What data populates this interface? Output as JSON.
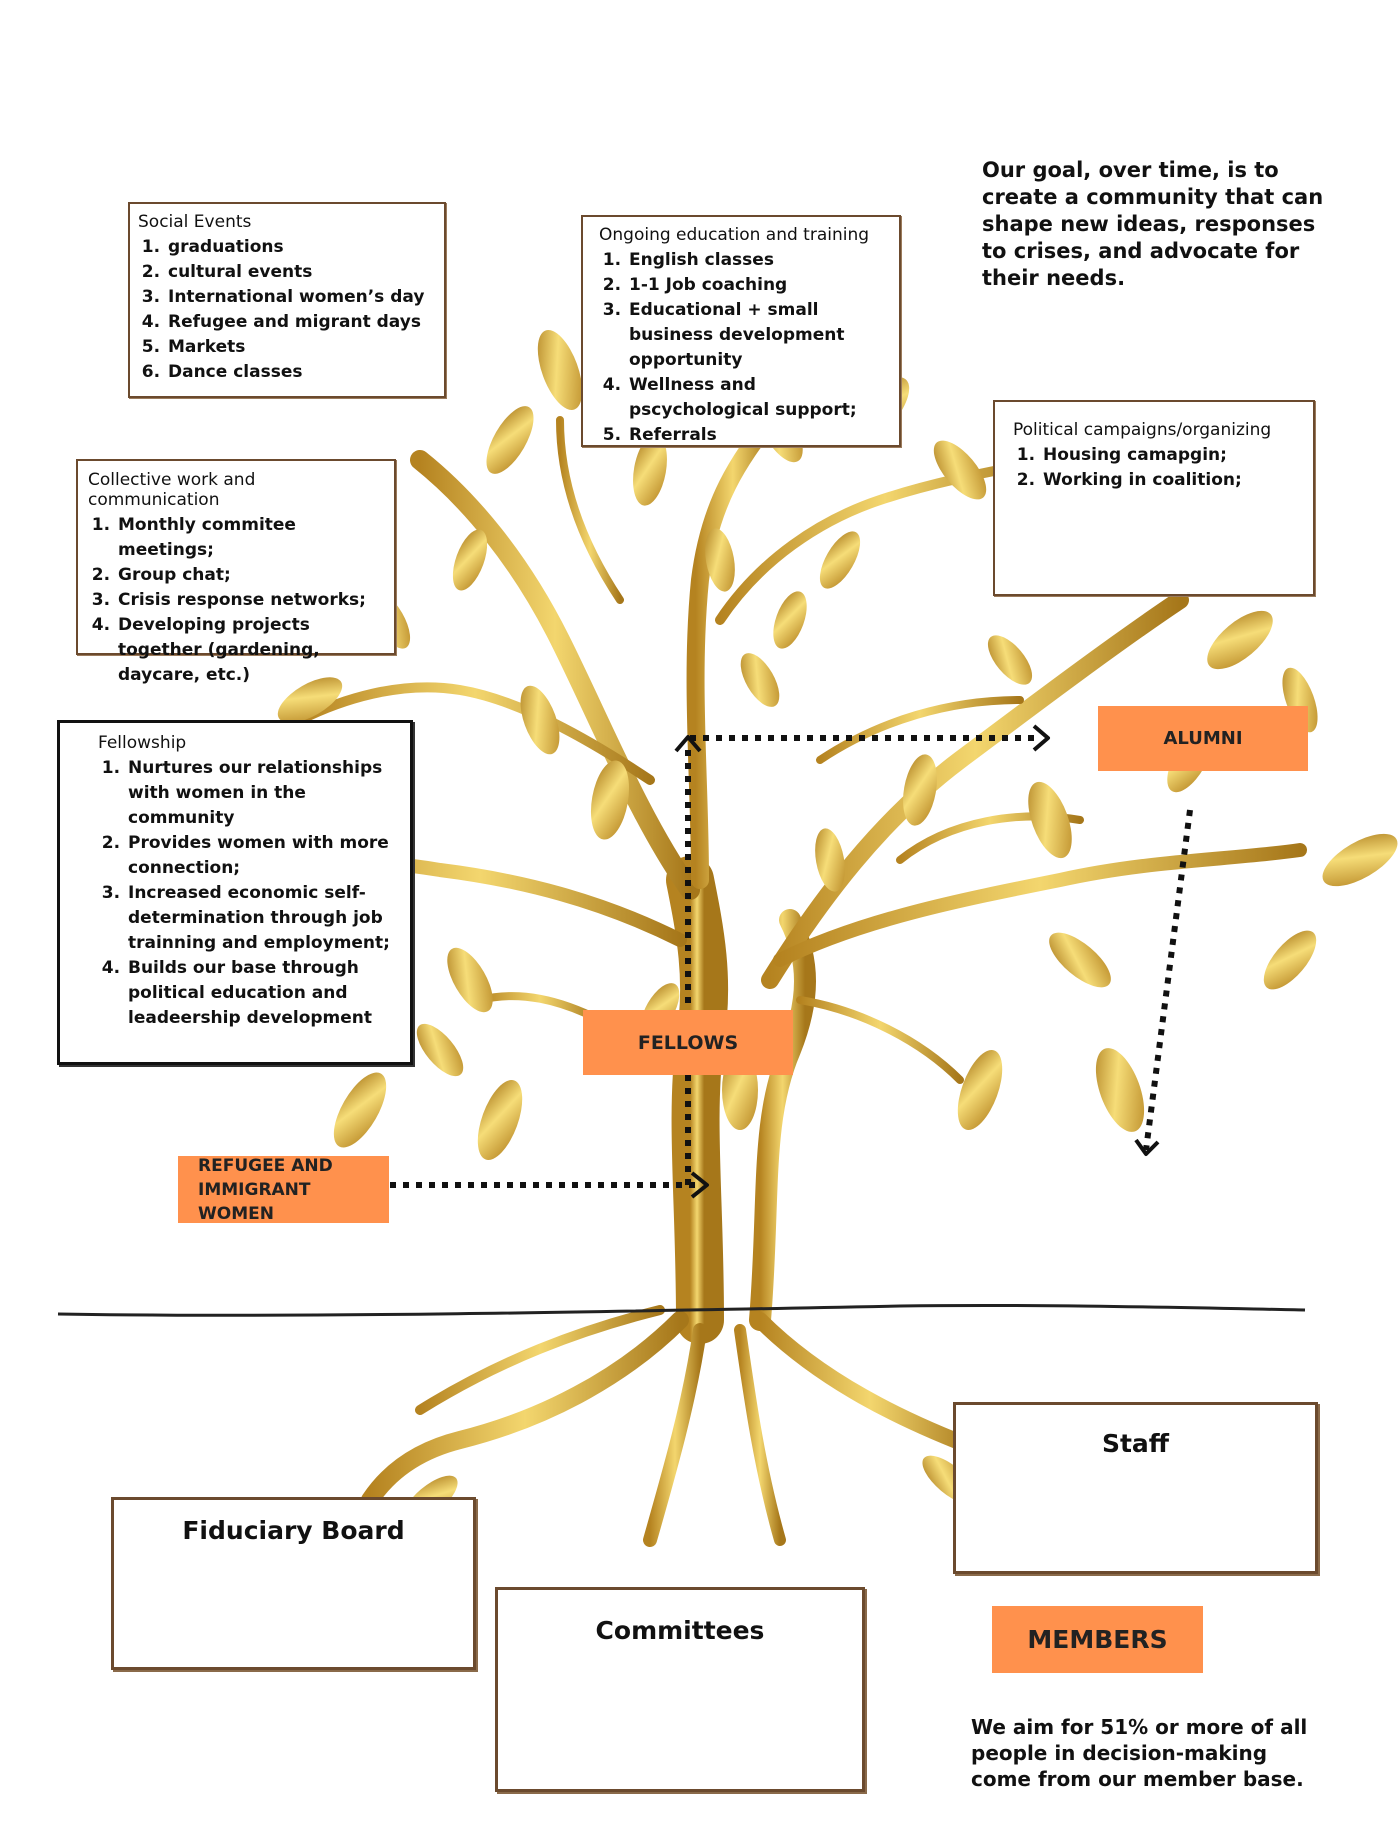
{
  "goal_text": "Our goal, over time, is to create a community that can shape new ideas, responses to crises, and advocate for their needs.",
  "social_events": {
    "title": "Social Events",
    "items": [
      "graduations",
      "cultural events",
      "International women’s day",
      "Refugee and migrant days",
      "Markets",
      "Dance classes"
    ]
  },
  "education": {
    "title": "Ongoing education and training",
    "items": [
      "English classes",
      "1-1 Job coaching",
      "Educational + small business development opportunity",
      "Wellness and pscychological support;",
      "Referrals"
    ]
  },
  "political": {
    "title": "Political campaigns/organizing",
    "items": [
      "Housing camapgin;",
      "Working in coalition;"
    ]
  },
  "collective": {
    "title": "Collective work and communication",
    "items": [
      "Monthly commitee meetings;",
      "Group chat;",
      "Crisis response networks;",
      "Developing projects together (gardening, daycare, etc.)"
    ]
  },
  "fellowship": {
    "title": "Fellowship",
    "items": [
      "Nurtures our relationships with women in the community",
      "Provides women with more connection;",
      "Increased economic self-determination through job trainning and employment;",
      "Builds our base through political education and leadeership development"
    ]
  },
  "tags": {
    "alumni": "ALUMNI",
    "fellows": "FELLOWS",
    "refugee_line1": "REFUGEE AND",
    "refugee_line2": "IMMIGRANT WOMEN",
    "members": "MEMBERS"
  },
  "roots": {
    "staff": "Staff",
    "board": "Fiduciary Board",
    "committees": "Committees"
  },
  "aim_text": "We aim for 51% or more of all people in decision-making come from our member base.",
  "colors": {
    "gold": "#c9a227",
    "gold_light": "#f2d46a",
    "gold_dark": "#a9781a",
    "orange": "#ff914d",
    "frame": "#6b4a2e"
  }
}
